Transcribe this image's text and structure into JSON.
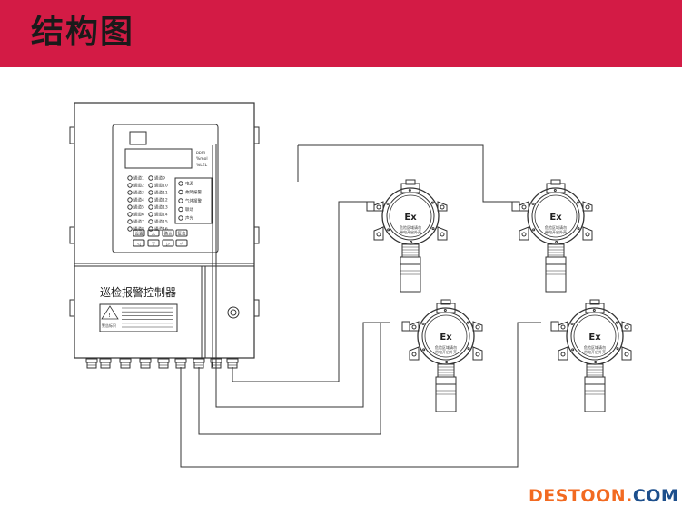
{
  "header": {
    "title": "结构图"
  },
  "controller": {
    "name": "巡检报警控制器",
    "display_labels": [
      "ppm",
      "%LEL"
    ],
    "display_top_labels": [
      "ppm",
      "%mol"
    ],
    "channels_col1": [
      "通道1",
      "通道2",
      "通道3",
      "通道4",
      "通道5",
      "通道6",
      "通道7",
      "通道8"
    ],
    "channels_col2": [
      "通道9",
      "通道10",
      "通道11",
      "通道12",
      "通道13",
      "通道14",
      "通道15",
      "通道16"
    ],
    "status_lamps": [
      "电源",
      "故障报警",
      "气体报警",
      "联动",
      "声光"
    ],
    "keys": [
      "设置",
      "△",
      "确认",
      "复位"
    ],
    "warning_label": "警告标识"
  },
  "detectors": [
    {
      "badge": "Ex",
      "label_line1": "危险区域请勿",
      "label_line2": "带电开启外壳"
    },
    {
      "badge": "Ex",
      "label_line1": "危险区域请勿",
      "label_line2": "带电开启外壳"
    },
    {
      "badge": "Ex",
      "label_line1": "危险区域请勿",
      "label_line2": "带电开启外壳"
    },
    {
      "badge": "Ex",
      "label_line1": "危险区域请勿",
      "label_line2": "带电开启外壳"
    }
  ],
  "brand": {
    "main": "DESTOON",
    "dot": ".",
    "tld": "COM"
  },
  "colors": {
    "banner": "#d31b45",
    "brand_orange": "#f26a21",
    "brand_blue": "#1d4f8c",
    "line": "#333333"
  }
}
